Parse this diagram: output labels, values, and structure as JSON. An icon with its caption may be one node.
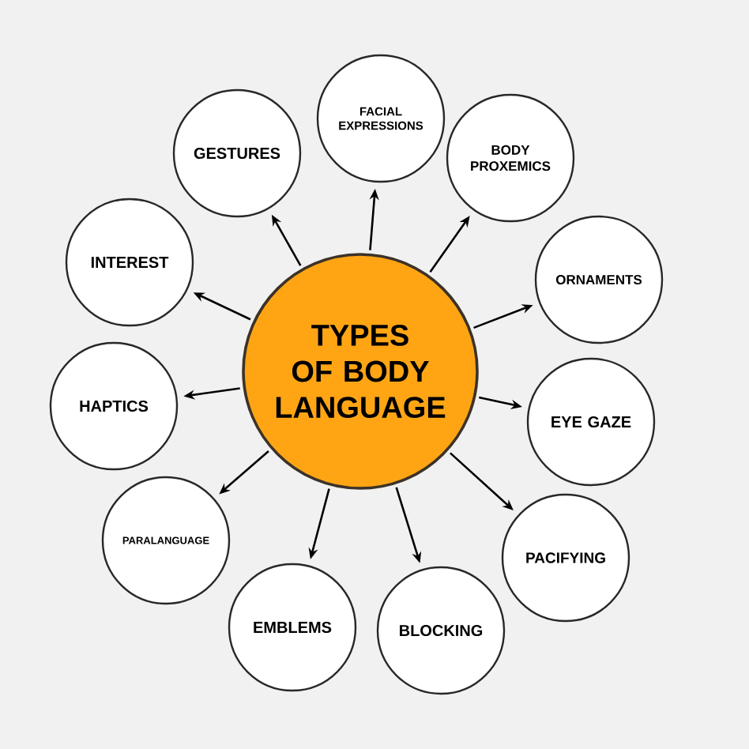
{
  "diagram": {
    "nodes": [
      {
        "text": [
          "TYPES OF BODY LANGUAGE"
        ]
      },
      {
        "text": [
          "GESTURES"
        ]
      },
      {
        "text": [
          "FACIAL EXPRESSIONS"
        ]
      },
      {
        "text": [
          "BODY PROXEMICS"
        ]
      },
      {
        "text": [
          "ORNAMENTS"
        ]
      },
      {
        "text": [
          "EYE GAZE"
        ]
      },
      {
        "text": [
          "PACIFYING"
        ]
      },
      {
        "text": [
          "BLOCKING"
        ]
      },
      {
        "text": [
          "EMBLEMS"
        ]
      },
      {
        "text": [
          "PARALANGUAGE"
        ]
      },
      {
        "text": [
          "HAPTICS"
        ]
      },
      {
        "text": [
          "INTEREST"
        ]
      }
    ],
    "edges": [
      {
        "from": 0,
        "to": 1,
        "arrow": "to"
      },
      {
        "from": 0,
        "to": 2,
        "arrow": "to"
      },
      {
        "from": 0,
        "to": 3,
        "arrow": "to"
      },
      {
        "from": 0,
        "to": 4,
        "arrow": "to"
      },
      {
        "from": 0,
        "to": 5,
        "arrow": "to"
      },
      {
        "from": 0,
        "to": 6,
        "arrow": "to"
      },
      {
        "from": 0,
        "to": 7,
        "arrow": "to"
      },
      {
        "from": 0,
        "to": 8,
        "arrow": "to"
      },
      {
        "from": 0,
        "to": 9,
        "arrow": "to"
      },
      {
        "from": 0,
        "to": 10,
        "arrow": "to"
      },
      {
        "from": 0,
        "to": 11,
        "arrow": "to"
      }
    ]
  }
}
